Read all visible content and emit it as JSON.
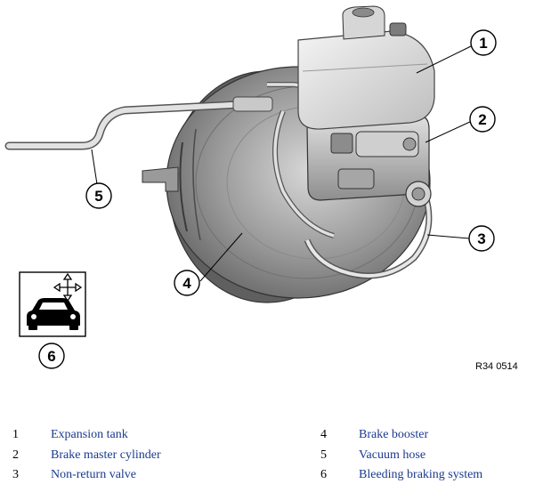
{
  "figure": {
    "callouts": [
      "1",
      "2",
      "3",
      "4",
      "5",
      "6"
    ],
    "reference_code": "R34 0514",
    "icons": [
      "car-icon",
      "four-way-arrow-icon"
    ]
  },
  "legend": [
    {
      "number": "1",
      "label": "Expansion tank"
    },
    {
      "number": "2",
      "label": "Brake master cylinder"
    },
    {
      "number": "3",
      "label": "Non-return valve"
    },
    {
      "number": "4",
      "label": "Brake booster"
    },
    {
      "number": "5",
      "label": "Vacuum hose"
    },
    {
      "number": "6",
      "label": "Bleeding braking system"
    }
  ],
  "colors": {
    "legend_label": "#1a3a8f",
    "legend_number": "#000000",
    "part_shading": "#b0b0b0"
  }
}
